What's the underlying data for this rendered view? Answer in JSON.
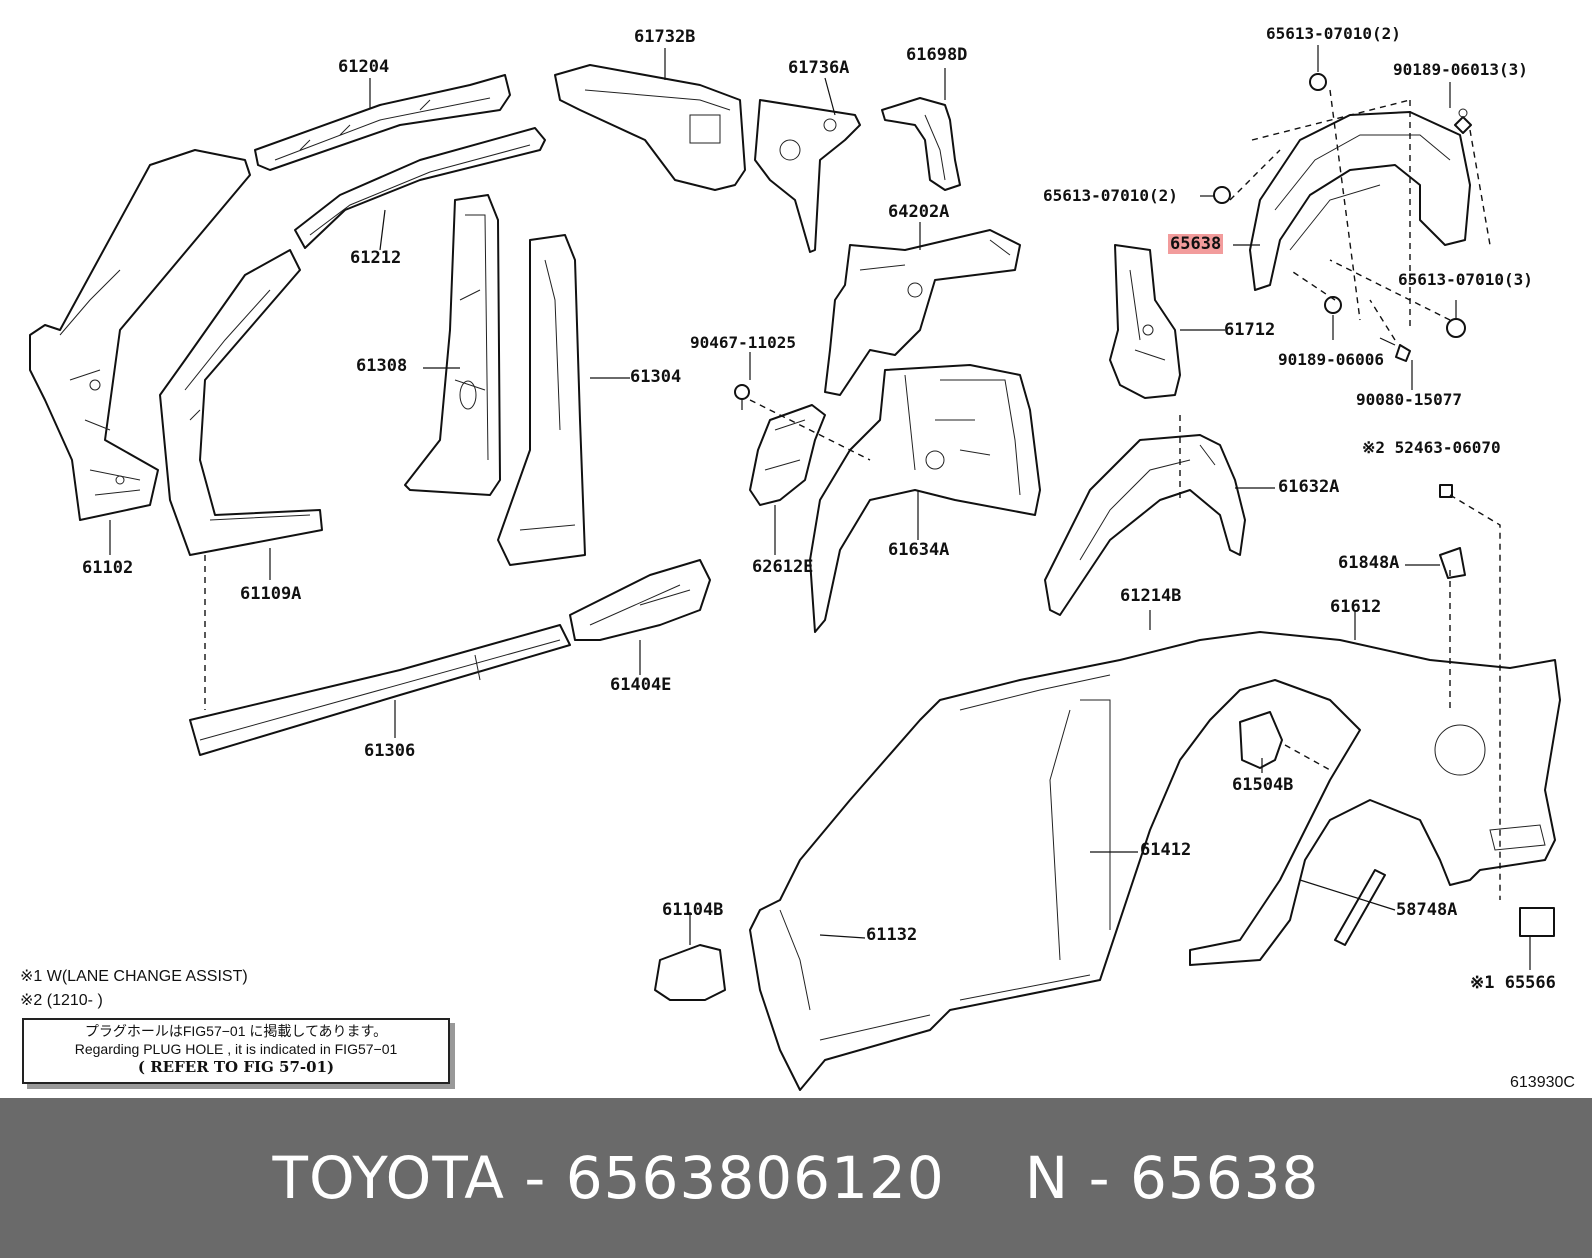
{
  "parts": {
    "p61204": "61204",
    "p61732b": "61732B",
    "p61736a": "61736A",
    "p61698d": "61698D",
    "p65613_top": "65613-07010(2)",
    "p90189_06013": "90189-06013(3)",
    "p65613_mid": "65613-07010(2)",
    "p65638": "65638",
    "p61212": "61212",
    "p64202a": "64202A",
    "p65613_right": "65613-07010(3)",
    "p61712": "61712",
    "p90467": "90467-11025",
    "p90189_06006": "90189-06006",
    "p61308": "61308",
    "p61304": "61304",
    "p90080": "90080-15077",
    "p52463": "※2 52463-06070",
    "p61632a": "61632A",
    "p62612e": "62612E",
    "p61634a": "61634A",
    "p61848a": "61848A",
    "p61102": "61102",
    "p61109a": "61109A",
    "p61214b": "61214B",
    "p61612": "61612",
    "p61404e": "61404E",
    "p61306": "61306",
    "p61504b": "61504B",
    "p61412": "61412",
    "p61104b": "61104B",
    "p61132": "61132",
    "p58748a": "58748A",
    "p65566": "※1 65566"
  },
  "notes": {
    "note1": "※1 W(LANE CHANGE ASSIST)",
    "note2": "※2 (1210-      )",
    "box_line1": "プラグホールはFIG57−01 に掲載してあります。",
    "box_line2": "Regarding PLUG HOLE , it is indicated in FIG57−01",
    "box_line3": "( REFER TO FIG 57-01)"
  },
  "figure_id": "613930C",
  "footer": {
    "brand_part": "TOYOTA - 6563806120",
    "ref": "N - 65638"
  },
  "highlight_color": "#f29c9c",
  "footer_color": "#6a6a6a"
}
